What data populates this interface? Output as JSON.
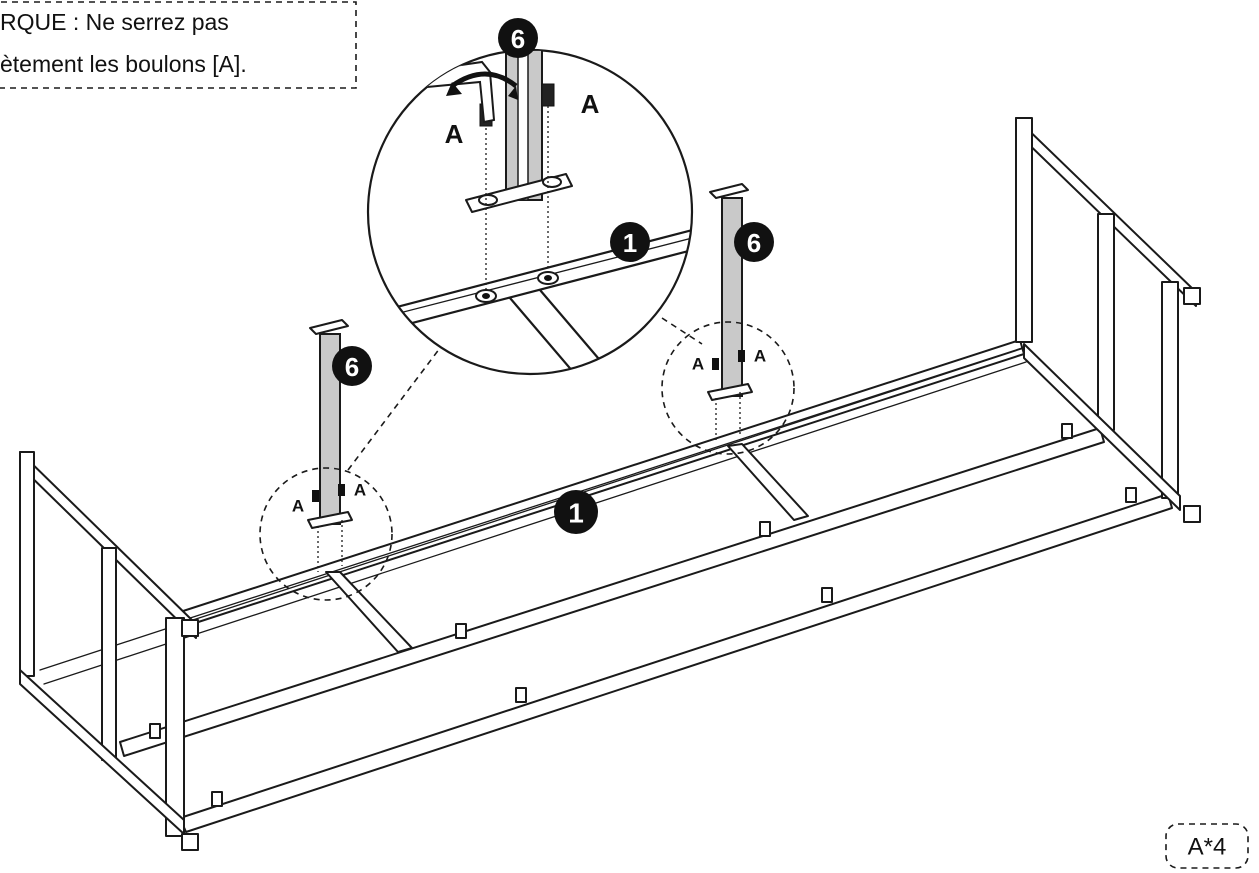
{
  "note": {
    "line1": "RQUE : Ne serrez pas",
    "line2": "ètement les boulons [A]."
  },
  "part_labels": {
    "leg": "6",
    "frame": "1",
    "bolt": "A"
  },
  "quantity": "A*4"
}
